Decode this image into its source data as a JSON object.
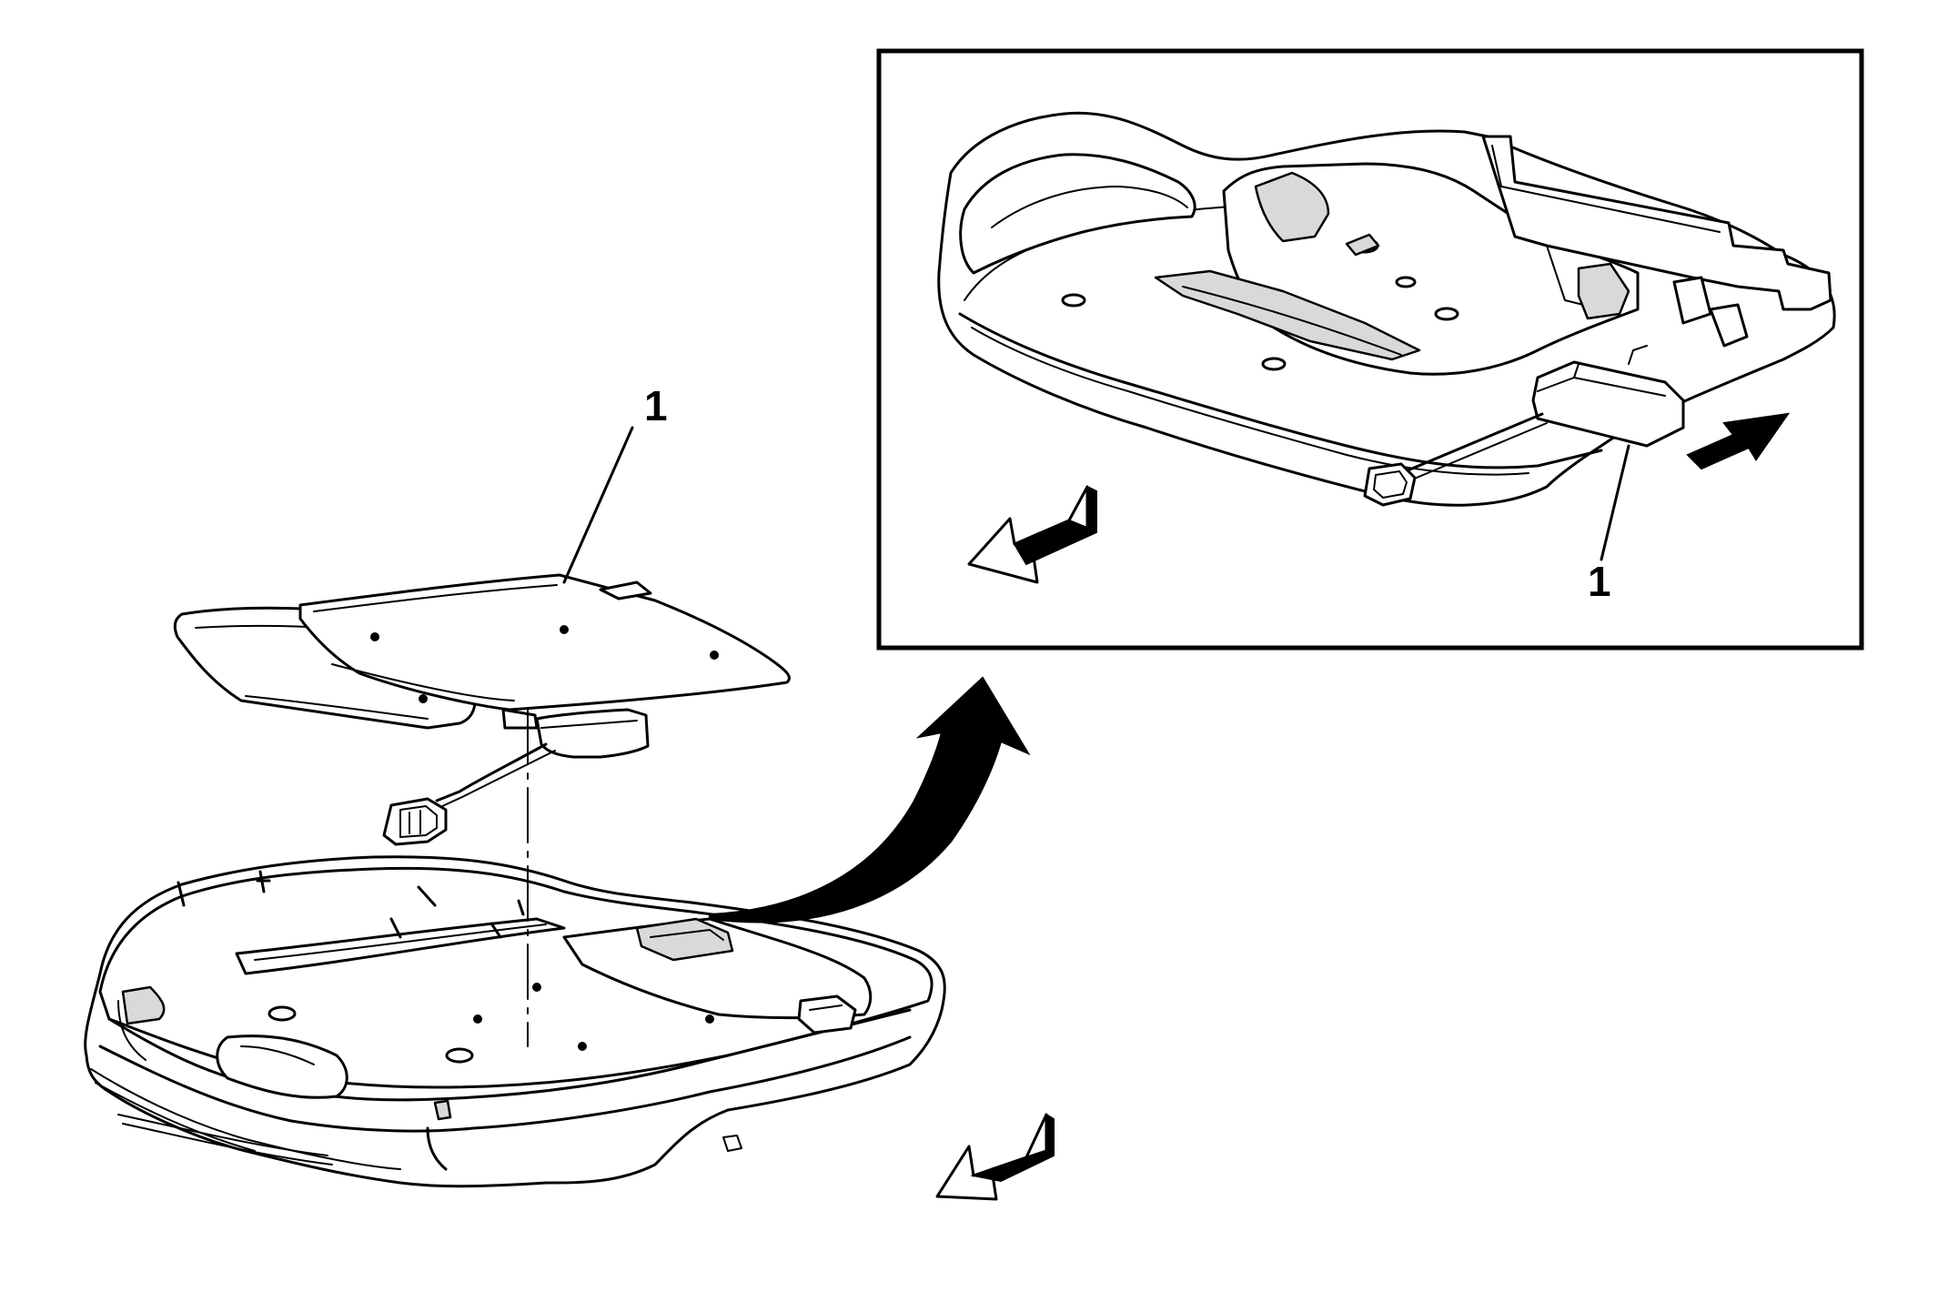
{
  "callouts": {
    "main_sensor_label": "1",
    "inset_sensor_label": "1"
  },
  "icons": {
    "front_direction_arrow": "arrow-front-indicator",
    "transition_arrow": "curved-arrow-to-detail",
    "push_arrow": "solid-arrow-slide-direction"
  }
}
